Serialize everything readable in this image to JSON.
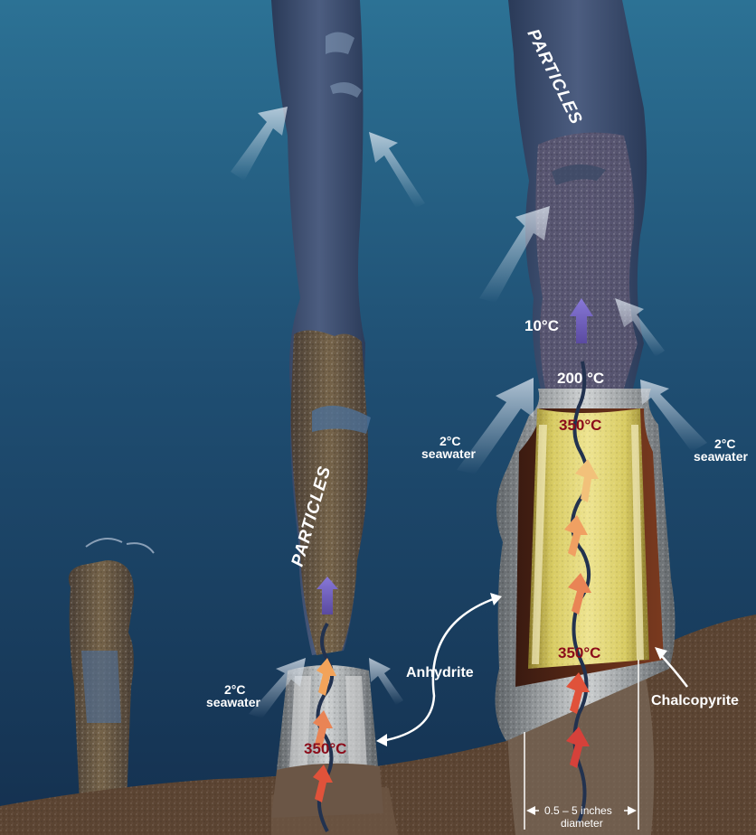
{
  "labels": {
    "particles_left": "PARTICLES",
    "particles_right": "PARTICLES",
    "temp_10": "10°C",
    "temp_200": "200 °C",
    "temp_350_top": "350°C",
    "temp_350_mid": "350°C",
    "temp_350_left": "350°C",
    "seawater_left_temp": "2°C",
    "seawater_left_word": "seawater",
    "seawater_mid_temp": "2°C",
    "seawater_mid_word": "seawater",
    "seawater_right_temp": "2°C",
    "seawater_right_word": "seawater",
    "anhydrite": "Anhydrite",
    "chalcopyrite": "Chalcopyrite",
    "diameter_range": "0.5 – 5 inches",
    "diameter_word": "diameter"
  },
  "colors": {
    "ocean_top": "#2b6f93",
    "ocean_bottom": "#162f4d",
    "hot_text": "#8b0c1a",
    "chimney_yellow": "#e2d56a",
    "seafloor": "#5b4432"
  }
}
